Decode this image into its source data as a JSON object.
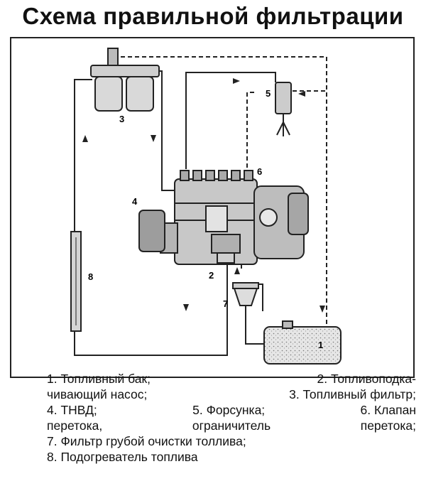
{
  "title": "Схема правильной фильтрации",
  "labels": {
    "n1": "1",
    "n2": "2",
    "n3": "3",
    "n4": "4",
    "n5": "5",
    "n6": "6",
    "n7": "7",
    "n8": "8"
  },
  "legend": {
    "line1": {
      "a": "1. Топливный бак;",
      "b": "2. Топливоподка-"
    },
    "line2": {
      "a": "чивающий насос;",
      "b": "3. Топливный фильтр;"
    },
    "line3": {
      "a": "4. ТНВД;",
      "b": "5. Форсунка;",
      "c": "6. Клапан"
    },
    "line4": {
      "a": "перетока,",
      "b": "ограничитель",
      "c": "перетока;"
    },
    "line5": {
      "a": "7. Фильтр грубой очистки толлива;"
    },
    "line6": {
      "a": "8. Подогреватель топлива"
    }
  }
}
